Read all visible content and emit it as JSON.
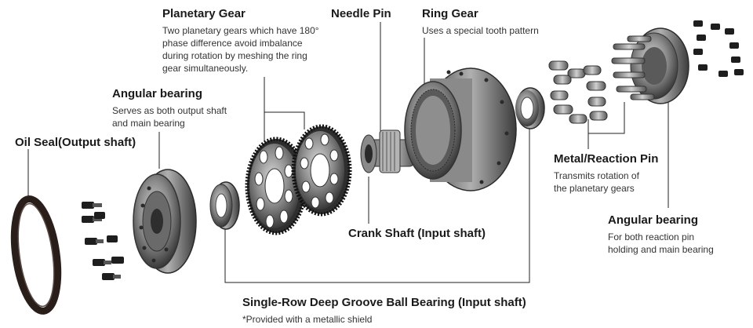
{
  "labels": {
    "planetary_gear": {
      "title": "Planetary Gear",
      "desc": "Two planetary gears which have 180°\nphase difference avoid imbalance\nduring rotation by meshing the ring\ngear simultaneously."
    },
    "needle_pin": {
      "title": "Needle Pin"
    },
    "ring_gear": {
      "title": "Ring Gear",
      "desc": "Uses a special tooth pattern"
    },
    "angular_bearing_output": {
      "title": "Angular bearing",
      "desc": "Serves as both output shaft\nand main bearing"
    },
    "oil_seal": {
      "title": "Oil Seal(Output shaft)"
    },
    "metal_reaction_pin": {
      "title": "Metal/Reaction Pin",
      "desc": "Transmits rotation of\nthe planetary gears"
    },
    "angular_bearing_reaction": {
      "title": "Angular bearing",
      "desc": "For both reaction pin\nholding and main bearing"
    },
    "crank_shaft": {
      "title": "Crank Shaft (Input shaft)"
    },
    "ball_bearing": {
      "title": "Single-Row Deep Groove Ball Bearing (Input shaft)",
      "desc": "*Provided with a metallic shield"
    }
  },
  "colors": {
    "metal_dark": "#3a3a3a",
    "metal_mid": "#7a7a7a",
    "metal_light": "#c8c8c8",
    "seal": "#2a1e1a",
    "leader": "#222222"
  }
}
